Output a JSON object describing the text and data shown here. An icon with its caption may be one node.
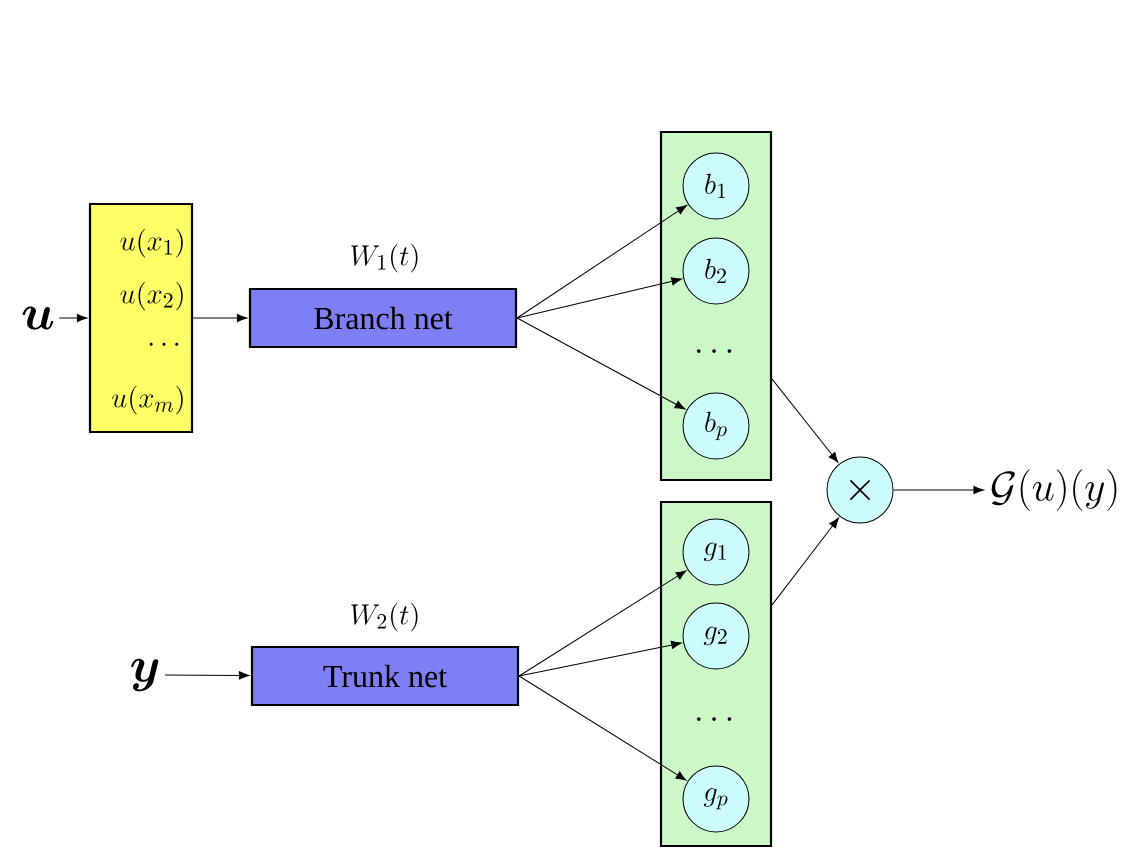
{
  "diagram": {
    "nodes": [
      {
        "text": [
          "u"
        ]
      },
      {
        "text": [
          "u(x_1)",
          "u(x_2)",
          "\\cdots",
          "u(x_m)"
        ]
      },
      {
        "text": [
          "Branch net"
        ],
        "beside": [
          "W_1(t)"
        ]
      },
      {
        "text": [
          "\\cdots"
        ]
      },
      {
        "text": [
          "b_1"
        ],
        "in": 3
      },
      {
        "text": [
          "b_2"
        ],
        "in": 3
      },
      {
        "text": [
          "b_p"
        ],
        "in": 3
      },
      {
        "text": [
          "\\times"
        ]
      },
      {
        "text": [
          "\\mathcal{G}(u)(y)"
        ]
      },
      {
        "text": [
          "y"
        ]
      },
      {
        "text": [
          "Trunk net"
        ],
        "beside": [
          "W_2(t)"
        ]
      },
      {
        "text": [
          "\\cdots"
        ]
      },
      {
        "text": [
          "g_1"
        ],
        "in": 11
      },
      {
        "text": [
          "g_2"
        ],
        "in": 11
      },
      {
        "text": [
          "g_p"
        ],
        "in": 11
      }
    ],
    "edges": [
      {
        "from": 0,
        "to": 1,
        "arrow": "to"
      },
      {
        "from": 1,
        "to": 2,
        "arrow": "to"
      },
      {
        "from": 2,
        "to": 4,
        "arrow": "to"
      },
      {
        "from": 2,
        "to": 5,
        "arrow": "to"
      },
      {
        "from": 2,
        "to": 6,
        "arrow": "to"
      },
      {
        "from": 3,
        "to": 7,
        "arrow": "to"
      },
      {
        "from": 9,
        "to": 10,
        "arrow": "to"
      },
      {
        "from": 10,
        "to": 12,
        "arrow": "to"
      },
      {
        "from": 10,
        "to": 13,
        "arrow": "to"
      },
      {
        "from": 10,
        "to": 14,
        "arrow": "to"
      },
      {
        "from": 11,
        "to": 7,
        "arrow": "to"
      },
      {
        "from": 7,
        "to": 8,
        "arrow": "to"
      }
    ]
  }
}
